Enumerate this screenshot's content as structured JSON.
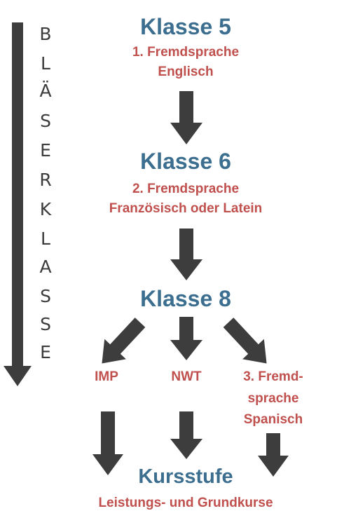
{
  "sidebar": {
    "letters": [
      "B",
      "L",
      "Ä",
      "S",
      "E",
      "R",
      "K",
      "L",
      "A",
      "S",
      "S",
      "E"
    ]
  },
  "levels": {
    "klasse5": {
      "title": "Klasse 5",
      "line1": "1. Fremdsprache",
      "line2": "Englisch"
    },
    "klasse6": {
      "title": "Klasse 6",
      "line1": "2. Fremdsprache",
      "line2": "Französisch oder Latein"
    },
    "klasse8": {
      "title": "Klasse 8"
    }
  },
  "options": {
    "imp": "IMP",
    "nwt": "NWT",
    "fremd3_line1": "3. Fremd-",
    "fremd3_line2": "sprache",
    "fremd3_line3": "Spanisch"
  },
  "kursstufe": {
    "title": "Kursstufe",
    "subtitle": "Leistungs- und Grundkurse"
  },
  "colors": {
    "title_blue": "#3b6e8f",
    "accent_red": "#c0504d",
    "arrow_dark": "#3d3d3d"
  }
}
